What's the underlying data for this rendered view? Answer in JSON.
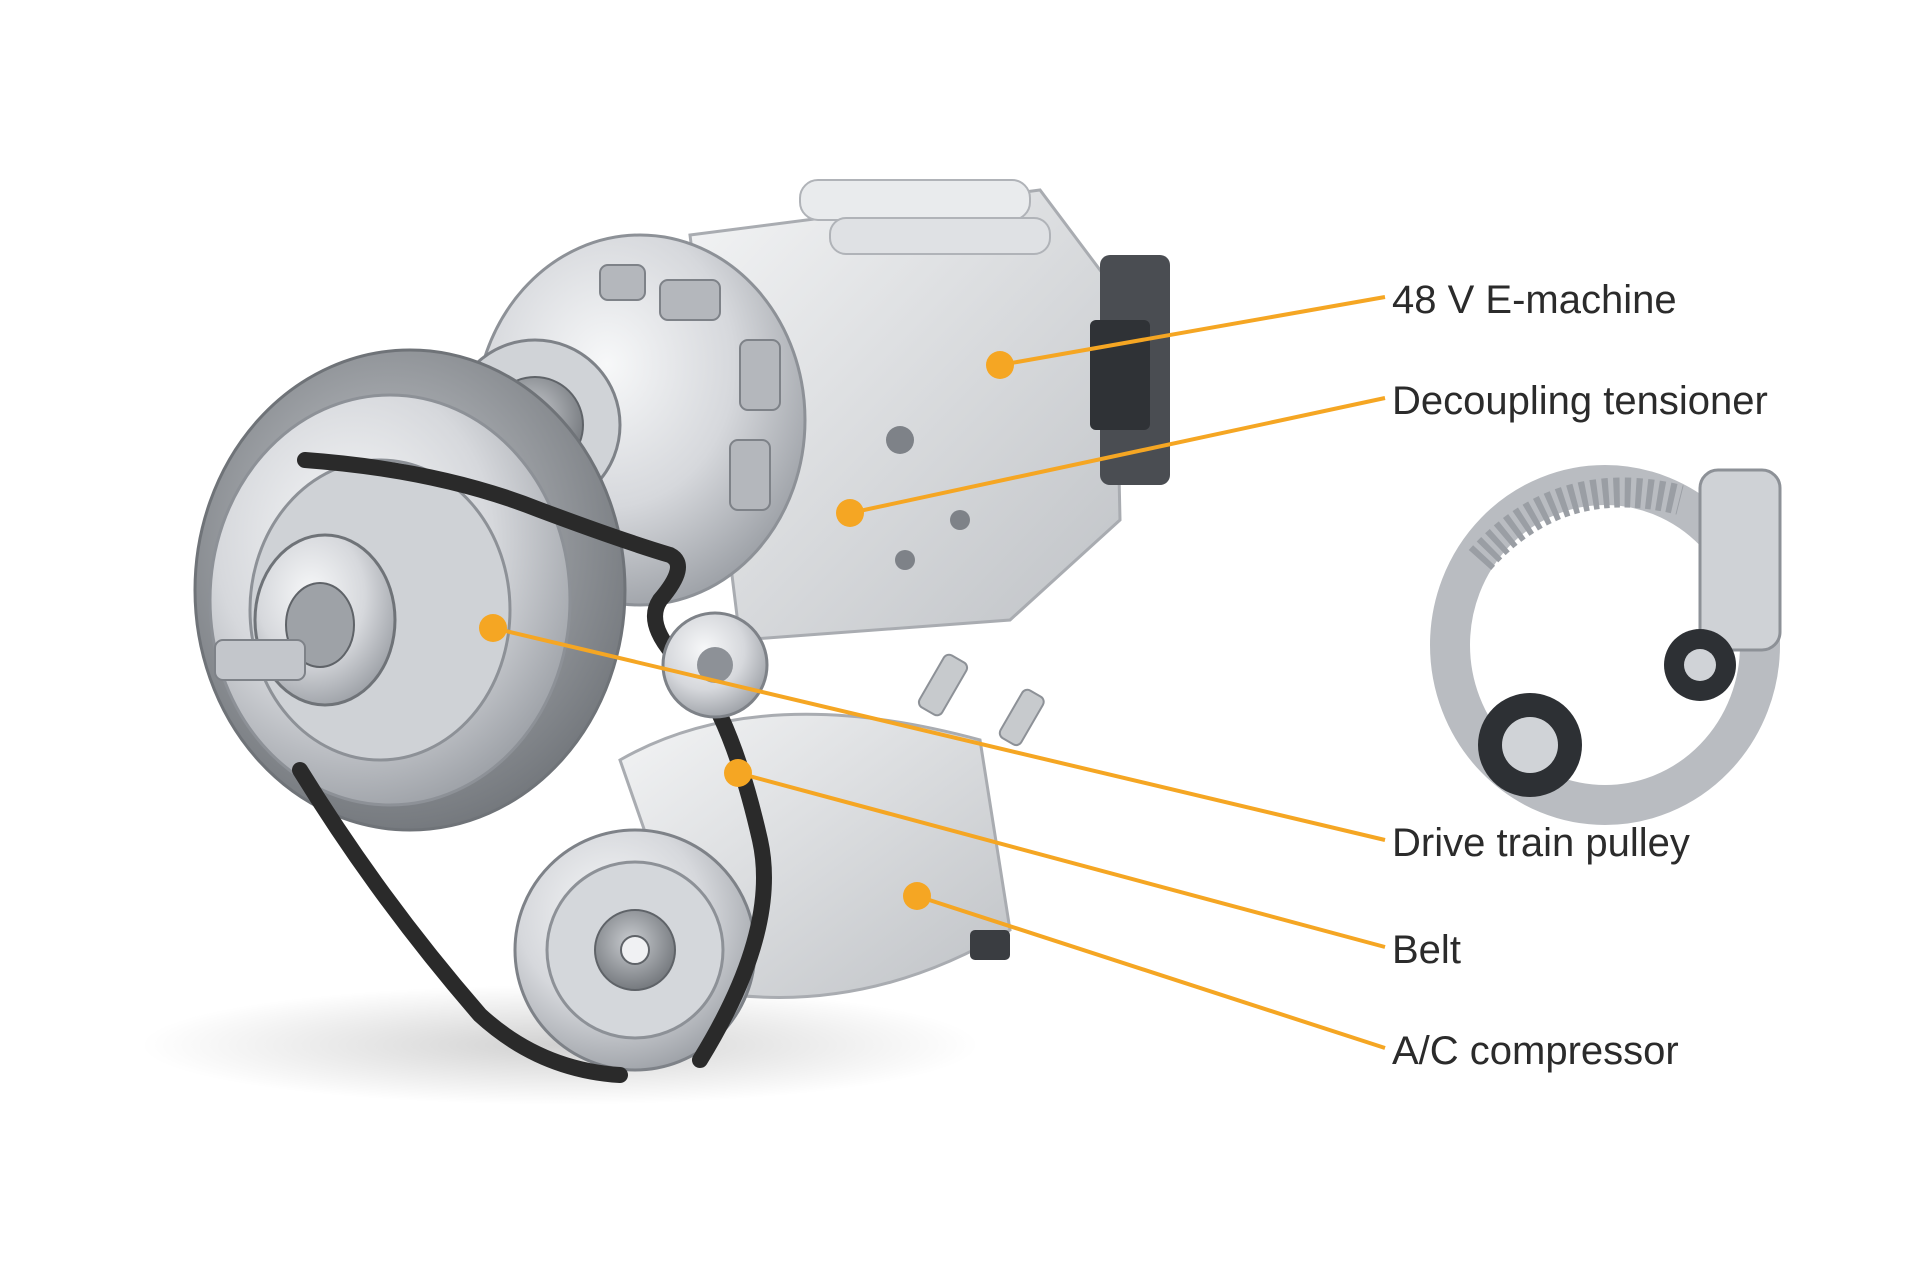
{
  "labels": {
    "e_machine": "48 V E-machine",
    "decoupling_tensioner": "Decoupling tensioner",
    "drive_train_pulley": "Drive train pulley",
    "belt": "Belt",
    "ac_compressor": "A/C compressor"
  },
  "colors": {
    "callout": "#f5a623",
    "metal_light": "#e4e6e9",
    "metal_mid": "#c3c6cb",
    "metal_dark": "#8d9197",
    "belt": "#2a2a2a",
    "label_text": "#2b2b2b"
  }
}
